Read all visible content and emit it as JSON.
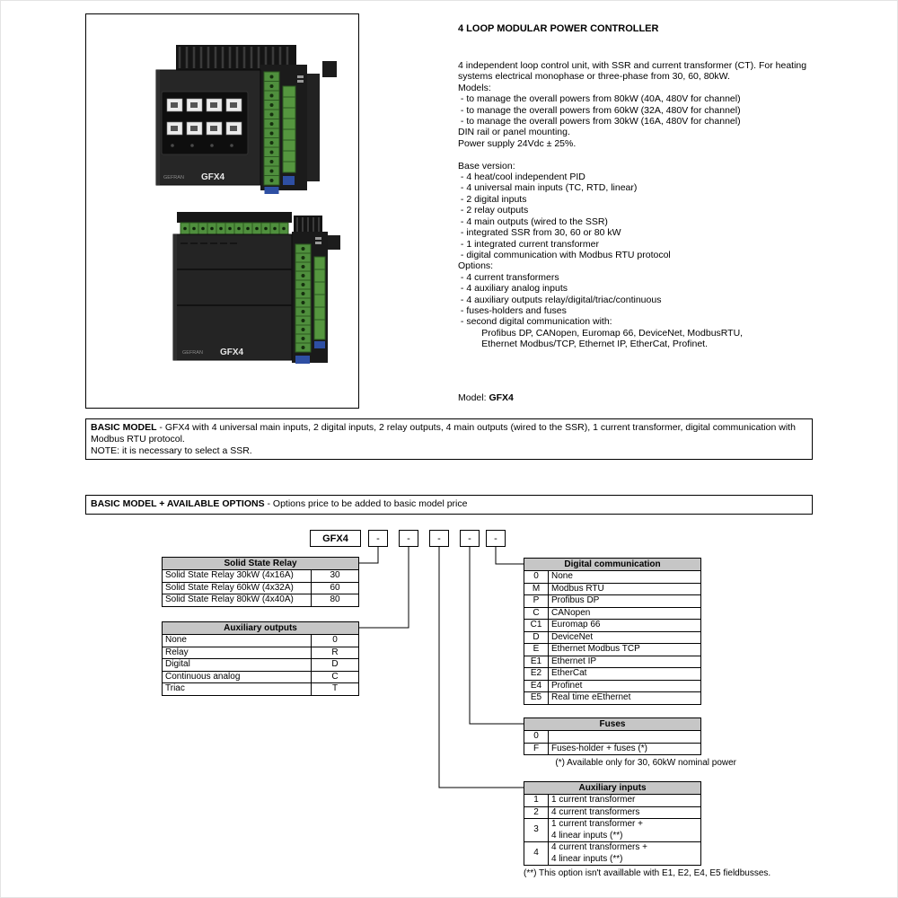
{
  "product": {
    "title": "4 LOOP MODULAR POWER CONTROLLER",
    "description": "4 independent loop control unit, with SSR and current transformer (CT). For heating systems electrical monophase or three-phase from 30, 60, 80kW.\nModels:\n - to manage the overall powers from 80kW (40A, 480V for channel)\n - to manage the overall powers from 60kW (32A, 480V for channel)\n - to manage the overall powers from 30kW (16A, 480V for channel)\nDIN rail or panel mounting.\nPower supply 24Vdc ± 25%.\n\nBase version:\n - 4 heat/cool independent PID\n - 4 universal main inputs (TC, RTD, linear)\n - 2 digital inputs\n - 2 relay outputs\n - 4 main outputs (wired to the SSR)\n - integrated SSR from 30, 60 or 80 kW\n - 1 integrated current transformer\n - digital communication with Modbus RTU protocol\nOptions:\n - 4 current transformers\n - 4 auxiliary analog inputs\n - 4 auxiliary outputs relay/digital/triac/continuous\n - fuses-holders and fuses\n - second digital communication with:\n         Profibus DP, CANopen, Euromap 66, DeviceNet, ModbusRTU,\n         Ethernet Modbus/TCP, Ethernet IP, EtherCat, Profinet.",
    "model_label": "Model:",
    "model_value": "GFX4",
    "device_label": "GFX4",
    "brand_label": "GEFRAN"
  },
  "basic_model": {
    "heading": "BASIC MODEL",
    "body": " - GFX4 with 4 universal main inputs, 2 digital inputs, 2 relay outputs, 4 main outputs (wired to the SSR), 1 current transformer, digital communication with Modbus RTU protocol.",
    "note": "NOTE: it is necessary to select a SSR."
  },
  "options_header": {
    "heading": "BASIC MODEL + AVAILABLE OPTIONS",
    "body": " - Options price to be added to basic model price"
  },
  "ordering": {
    "model_code": "GFX4",
    "placeholders": [
      "-",
      "-",
      "-",
      "-",
      "-"
    ],
    "solid_state_relay": {
      "title": "Solid State Relay",
      "rows": [
        {
          "label": "Solid State Relay 30kW (4x16A)",
          "code": "30"
        },
        {
          "label": "Solid State Relay 60kW (4x32A)",
          "code": "60"
        },
        {
          "label": "Solid State Relay 80kW (4x40A)",
          "code": "80"
        }
      ]
    },
    "auxiliary_outputs": {
      "title": "Auxiliary outputs",
      "rows": [
        {
          "label": "None",
          "code": "0"
        },
        {
          "label": "Relay",
          "code": "R"
        },
        {
          "label": "Digital",
          "code": "D"
        },
        {
          "label": "Continuous analog",
          "code": "C"
        },
        {
          "label": "Triac",
          "code": "T"
        }
      ]
    },
    "digital_communication": {
      "title": "Digital communication",
      "rows": [
        {
          "code": "0",
          "label": "None"
        },
        {
          "code": "M",
          "label": "Modbus RTU"
        },
        {
          "code": "P",
          "label": "Profibus DP"
        },
        {
          "code": "C",
          "label": "CANopen"
        },
        {
          "code": "C1",
          "label": "Euromap 66"
        },
        {
          "code": "D",
          "label": "DeviceNet"
        },
        {
          "code": "E",
          "label": "Ethernet Modbus TCP"
        },
        {
          "code": "E1",
          "label": "Ethernet IP"
        },
        {
          "code": "E2",
          "label": "EtherCat"
        },
        {
          "code": "E4",
          "label": "Profinet"
        },
        {
          "code": "E5",
          "label": "Real time eEthernet"
        }
      ]
    },
    "fuses": {
      "title": "Fuses",
      "rows": [
        {
          "code": "0",
          "label": ""
        },
        {
          "code": "F",
          "label": "Fuses-holder + fuses (*)"
        }
      ],
      "note": "(*) Available only for 30, 60kW nominal power"
    },
    "auxiliary_inputs": {
      "title": "Auxiliary inputs",
      "rows": [
        {
          "code": "1",
          "label": "1 current transformer"
        },
        {
          "code": "2",
          "label": "4 current transformers"
        },
        {
          "code": "3",
          "label": "1 current transformer +\n4 linear inputs (**)"
        },
        {
          "code": "4",
          "label": "4 current transformers +\n4 linear inputs (**)"
        }
      ],
      "note": "(**) This option isn't availlable with E1, E2, E4, E5 fieldbusses."
    }
  }
}
